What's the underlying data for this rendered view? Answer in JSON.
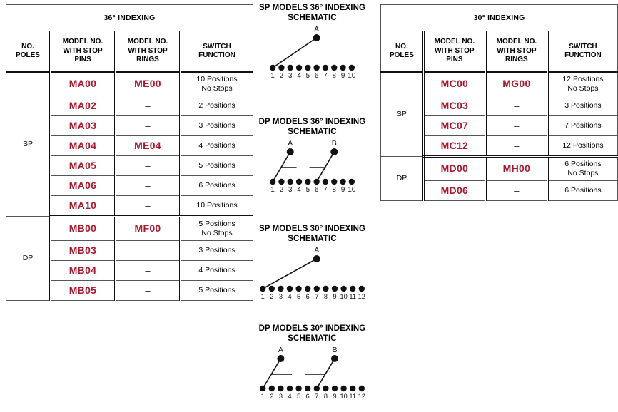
{
  "tables": [
    {
      "id": "indexing-36",
      "title": "36° INDEXING",
      "columns": [
        "NO.\nPOLES",
        "MODEL NO.\nWITH STOP\nPINS",
        "MODEL NO.\nWITH STOP\nRINGS",
        "SWITCH\nFUNCTION"
      ],
      "sections": [
        {
          "poles": "SP",
          "rows": [
            {
              "pins": "MA00",
              "rings": "ME00",
              "function": "10 Positions\nNo Stops"
            },
            {
              "pins": "MA02",
              "rings": "–",
              "function": "2 Positions"
            },
            {
              "pins": "MA03",
              "rings": "–",
              "function": "3 Positions"
            },
            {
              "pins": "MA04",
              "rings": "ME04",
              "function": "4 Positions"
            },
            {
              "pins": "MA05",
              "rings": "–",
              "function": "5 Positions"
            },
            {
              "pins": "MA06",
              "rings": "–",
              "function": "6 Positions"
            },
            {
              "pins": "MA10",
              "rings": "–",
              "function": "10 Positions"
            }
          ]
        },
        {
          "poles": "DP",
          "rows": [
            {
              "pins": "MB00",
              "rings": "MF00",
              "function": "5 Positions\nNo Stops"
            },
            {
              "pins": "MB03",
              "rings": "",
              "function": "3 Positions"
            },
            {
              "pins": "MB04",
              "rings": "–",
              "function": "4 Positions"
            },
            {
              "pins": "MB05",
              "rings": "–",
              "function": "5 Positions"
            }
          ]
        }
      ]
    },
    {
      "id": "indexing-30",
      "title": "30° INDEXING",
      "columns": [
        "NO.\nPOLES",
        "MODEL NO.\nWITH STOP\nPINS",
        "MODEL NO.\nWITH STOP\nRINGS",
        "SWITCH\nFUNCTION"
      ],
      "sections": [
        {
          "poles": "SP",
          "rows": [
            {
              "pins": "MC00",
              "rings": "MG00",
              "function": "12 Positions\nNo Stops"
            },
            {
              "pins": "MC03",
              "rings": "–",
              "function": "3 Positions"
            },
            {
              "pins": "MC07",
              "rings": "–",
              "function": "7 Positions"
            },
            {
              "pins": "MC12",
              "rings": "–",
              "function": "12 Positions"
            }
          ]
        },
        {
          "poles": "DP",
          "rows": [
            {
              "pins": "MD00",
              "rings": "MH00",
              "function": "6 Positions\nNo Stops"
            },
            {
              "pins": "MD06",
              "rings": "–",
              "function": "6 Positions"
            }
          ]
        }
      ]
    }
  ],
  "schematics": [
    {
      "id": "sp-36",
      "title": "SP MODELS 36° INDEXING\nSCHEMATIC",
      "poles": "SP",
      "terminal_count": 10,
      "terminal_labels": [
        "1",
        "2",
        "3",
        "4",
        "5",
        "6",
        "7",
        "8",
        "9",
        "10"
      ],
      "wipers": [
        {
          "label": "A",
          "pivot_terminal": 6,
          "contact_terminal": 1
        }
      ],
      "gang_link": false
    },
    {
      "id": "dp-36",
      "title": "DP MODELS 36° INDEXING\nSCHEMATIC",
      "poles": "DP",
      "terminal_count": 10,
      "terminal_labels": [
        "1",
        "2",
        "3",
        "4",
        "5",
        "6",
        "7",
        "8",
        "9",
        "10"
      ],
      "wipers": [
        {
          "label": "A",
          "pivot_terminal": 3,
          "contact_terminal": 1
        },
        {
          "label": "B",
          "pivot_terminal": 8,
          "contact_terminal": 6
        }
      ],
      "gang_link": true
    },
    {
      "id": "sp-30",
      "title": "SP MODELS 30° INDEXING\nSCHEMATIC",
      "poles": "SP",
      "terminal_count": 12,
      "terminal_labels": [
        "1",
        "2",
        "3",
        "4",
        "5",
        "6",
        "7",
        "8",
        "9",
        "10",
        "11",
        "12"
      ],
      "wipers": [
        {
          "label": "A",
          "pivot_terminal": 7,
          "contact_terminal": 1
        }
      ],
      "gang_link": false
    },
    {
      "id": "dp-30",
      "title": "DP MODELS 30° INDEXING\nSCHEMATIC",
      "poles": "DP",
      "terminal_count": 12,
      "terminal_labels": [
        "1",
        "2",
        "3",
        "4",
        "5",
        "6",
        "7",
        "8",
        "9",
        "10",
        "11",
        "12"
      ],
      "wipers": [
        {
          "label": "A",
          "pivot_terminal": 3,
          "contact_terminal": 1
        },
        {
          "label": "B",
          "pivot_terminal": 9,
          "contact_terminal": 7
        }
      ],
      "gang_link": true
    }
  ],
  "colors": {
    "model_red": "#A6192E",
    "rule": "#111111",
    "text": "#000000"
  }
}
